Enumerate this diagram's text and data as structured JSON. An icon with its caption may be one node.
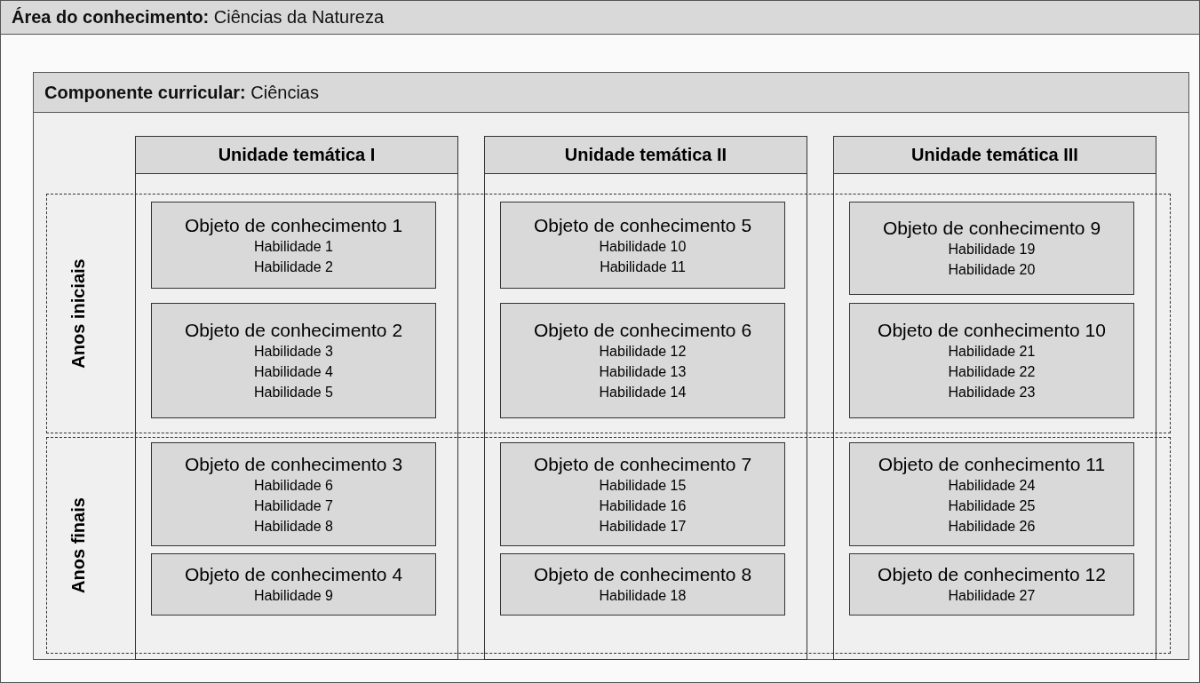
{
  "diagram": {
    "nodes": [
      {
        "text": [
          "**Área do conhecimento:** Ciências da Natureza"
        ]
      },
      {
        "text": [
          "**Componente curricular:** Ciências"
        ],
        "in": 0
      },
      {
        "text": [
          "Unidade temática I"
        ],
        "in": 1
      },
      {
        "text": [
          "Unidade temática II"
        ],
        "in": 1
      },
      {
        "text": [
          "Unidade temática III"
        ],
        "in": 1
      },
      {
        "text": [
          "Anos iniciais"
        ],
        "in": 1
      },
      {
        "text": [
          "Anos finais"
        ],
        "in": 1
      },
      {
        "text": [
          "Objeto de conhecimento 1",
          "Habilidade 1",
          "Habilidade 2"
        ]
      },
      {
        "text": [
          "Objeto de conhecimento 2",
          "Habilidade 3",
          "Habilidade 4",
          "Habilidade 5"
        ]
      },
      {
        "text": [
          "Objeto de conhecimento 3",
          "Habilidade 6",
          "Habilidade 7",
          "Habilidade 8"
        ]
      },
      {
        "text": [
          "Objeto de conhecimento 4",
          "Habilidade 9"
        ]
      },
      {
        "text": [
          "Objeto de conhecimento 5",
          "Habilidade 10",
          "Habilidade 11"
        ]
      },
      {
        "text": [
          "Objeto de conhecimento 6",
          "Habilidade 12",
          "Habilidade 13",
          "Habilidade 14"
        ]
      },
      {
        "text": [
          "Objeto de conhecimento 7",
          "Habilidade 15",
          "Habilidade 16",
          "Habilidade 17"
        ]
      },
      {
        "text": [
          "Objeto de conhecimento 8",
          "Habilidade 18"
        ]
      },
      {
        "text": [
          "Objeto de conhecimento 9",
          "Habilidade 19",
          "Habilidade 20"
        ]
      },
      {
        "text": [
          "Objeto de conhecimento 10",
          "Habilidade 21",
          "Habilidade 22",
          "Habilidade 23"
        ]
      },
      {
        "text": [
          "Objeto de conhecimento 11",
          "Habilidade 24",
          "Habilidade 25",
          "Habilidade 26"
        ]
      },
      {
        "text": [
          "Objeto de conhecimento 12",
          "Habilidade 27"
        ]
      }
    ]
  }
}
